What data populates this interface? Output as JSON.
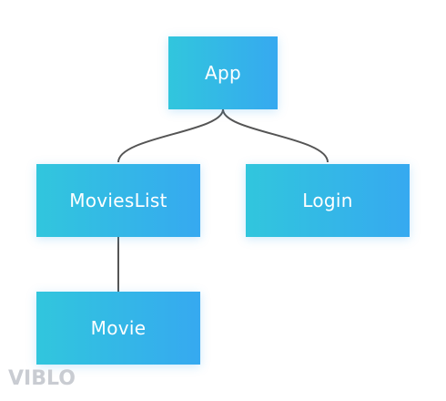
{
  "nodes": {
    "app": "App",
    "movies_list": "MoviesList",
    "login": "Login",
    "movie": "Movie"
  },
  "edges": [
    {
      "from": "App",
      "to": "MoviesList"
    },
    {
      "from": "App",
      "to": "Login"
    },
    {
      "from": "MoviesList",
      "to": "Movie"
    }
  ],
  "watermark": "VIBLO",
  "colors": {
    "node_gradient_start": "#31c6dd",
    "node_gradient_end": "#36a9f0",
    "connector": "#555555",
    "watermark": "#c9ccd2"
  }
}
